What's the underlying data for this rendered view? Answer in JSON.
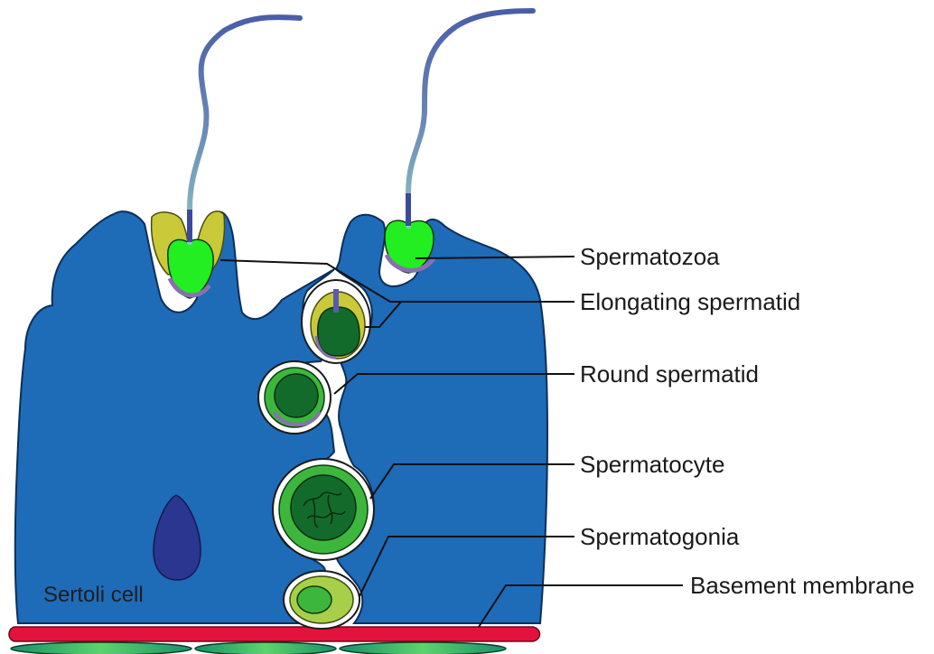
{
  "diagram": {
    "labels": {
      "spermatozoa": "Spermatozoa",
      "elongating_spermatid": "Elongating spermatid",
      "round_spermatid": "Round spermatid",
      "spermatocyte": "Spermatocyte",
      "spermatogonia": "Spermatogonia",
      "basement_membrane": "Basement membrane",
      "sertoli_cell": "Sertoli cell"
    },
    "colors": {
      "sertoli": "#1e6bb8",
      "sertoli_outline": "#0d2f57",
      "sertoli_nucleus": "#2b3690",
      "basement_membrane": "#e3123d",
      "bright_green": "#22ee22",
      "mid_green": "#3db63d",
      "dark_green": "#136b2b",
      "light_green": "#a8cf4a",
      "olive": "#c9c93a",
      "purple": "#8a6fb0",
      "tail_blue": "#4a5ea8",
      "tail_teal": "#7fb6c0"
    }
  }
}
